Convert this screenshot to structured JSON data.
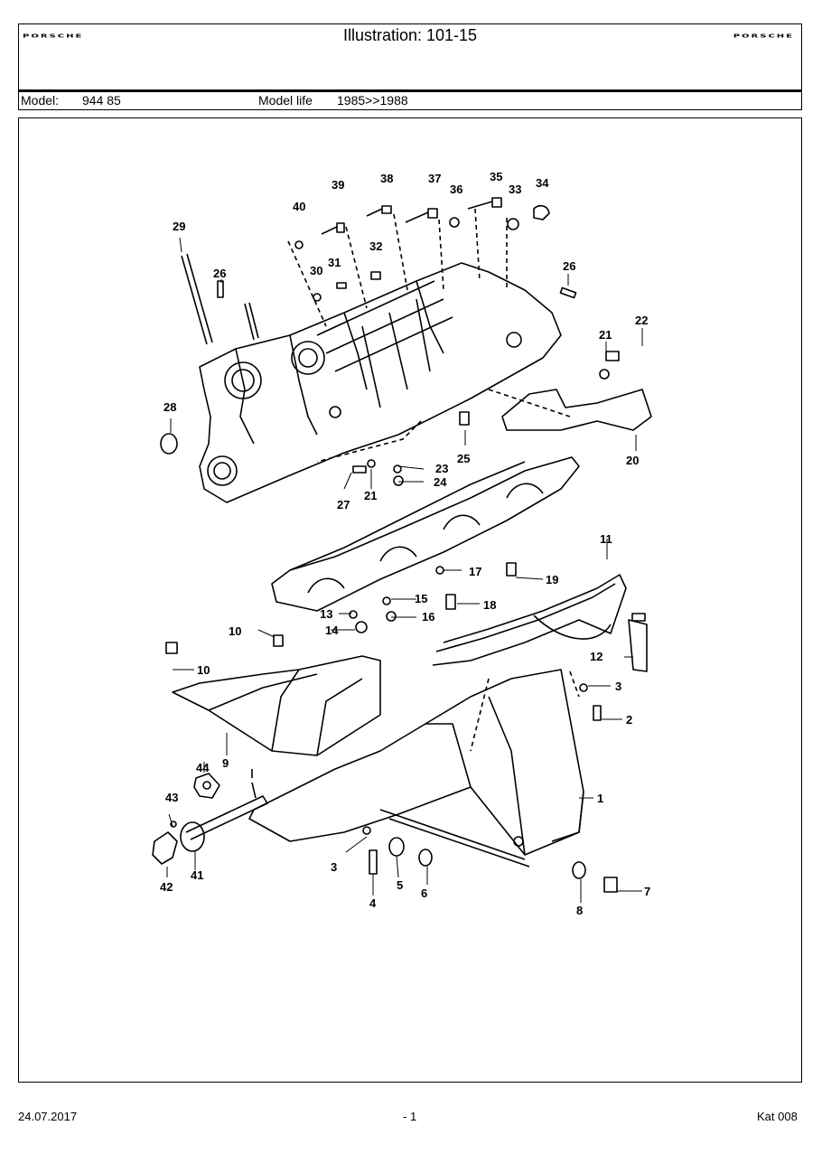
{
  "header": {
    "brand_left": "PORSCHE",
    "title": "Illustration: 101-15",
    "brand_right": "PORSCHE",
    "model_label": "Model:",
    "model_value": "944 85",
    "model_life_label": "Model life",
    "model_life_value": "1985>>1988"
  },
  "callouts": [
    "1",
    "2",
    "3",
    "3",
    "4",
    "5",
    "6",
    "7",
    "8",
    "9",
    "10",
    "10",
    "11",
    "12",
    "13",
    "14",
    "15",
    "16",
    "17",
    "18",
    "19",
    "20",
    "21",
    "21",
    "22",
    "23",
    "24",
    "25",
    "26",
    "26",
    "27",
    "28",
    "29",
    "30",
    "31",
    "32",
    "33",
    "34",
    "35",
    "36",
    "37",
    "38",
    "39",
    "40",
    "41",
    "42",
    "43",
    "44"
  ],
  "footer": {
    "date": "24.07.2017",
    "page": "- 1",
    "catalog": "Kat 008"
  }
}
